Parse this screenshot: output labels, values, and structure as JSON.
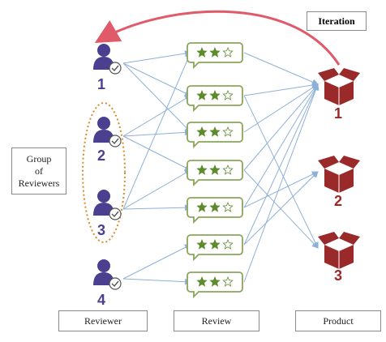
{
  "title": "Iteration",
  "group_label": "Group of Reviewers",
  "group_label_lines": [
    "Group",
    "of",
    "Reviewers"
  ],
  "column_labels": {
    "reviewer": "Reviewer",
    "review": "Review",
    "product": "Product"
  },
  "reviewers": [
    {
      "label": "1"
    },
    {
      "label": "2"
    },
    {
      "label": "3"
    },
    {
      "label": "4"
    }
  ],
  "products": [
    {
      "label": "1"
    },
    {
      "label": "2"
    },
    {
      "label": "3"
    }
  ],
  "reviews": [
    {
      "stars": "★★☆"
    },
    {
      "stars": "★★☆"
    },
    {
      "stars": "★★☆"
    },
    {
      "stars": "★★☆"
    },
    {
      "stars": "★★☆"
    },
    {
      "stars": "★★☆"
    },
    {
      "stars": "★★☆"
    }
  ],
  "colors": {
    "reviewer": "#4b3f8f",
    "product": "#9a2a2a",
    "review_border": "#8aa65a",
    "star_fill": "#5f8a2e",
    "arrow": "#8fb0d8",
    "iteration_arrow": "#e05a6a",
    "group_dash": "#d98a2b"
  }
}
